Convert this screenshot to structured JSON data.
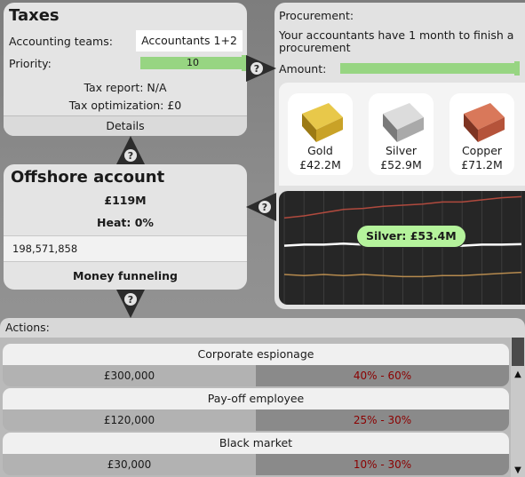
{
  "taxes": {
    "title": "Taxes",
    "accounting_teams_label": "Accounting teams:",
    "accounting_teams_value": "Accountants 1+2",
    "priority_label": "Priority:",
    "priority_value": "10",
    "tax_report": "Tax report: N/A",
    "tax_optimization": "Tax optimization: £0",
    "details_label": "Details"
  },
  "procurement": {
    "title": "Procurement:",
    "message": "Your accountants have 1 month to finish a procurement",
    "amount_label": "Amount:",
    "metals": [
      {
        "name": "Gold",
        "price": "£42.2M",
        "color": "#c9a227"
      },
      {
        "name": "Silver",
        "price": "£52.9M",
        "color": "#a9a9a9"
      },
      {
        "name": "Copper",
        "price": "£71.2M",
        "color": "#b5533a"
      }
    ],
    "chart_tooltip": "Silver: £53.4M"
  },
  "offshore": {
    "title": "Offshore account",
    "balance": "£119M",
    "heat": "Heat: 0%",
    "input_value": "198,571,858",
    "funnel_label": "Money funneling"
  },
  "actions": {
    "header": "Actions:",
    "items": [
      {
        "name": "Corporate espionage",
        "cost": "£300,000",
        "chance": "40% - 60%"
      },
      {
        "name": "Pay-off employee",
        "cost": "£120,000",
        "chance": "25% - 30%"
      },
      {
        "name": "Black market",
        "cost": "£30,000",
        "chance": "10% - 30%"
      }
    ]
  },
  "icons": {
    "help": "help-icon",
    "scroll_up": "scroll-up-arrow-icon",
    "scroll_down": "scroll-down-arrow-icon"
  },
  "chart_data": {
    "type": "line",
    "series": [
      {
        "values": [
          78,
          80,
          83,
          86,
          87,
          89,
          90,
          91,
          93,
          93,
          95,
          97,
          98
        ],
        "color": "#b04a3e"
      },
      {
        "values": [
          52,
          53,
          53,
          54,
          53,
          54,
          53,
          54,
          52,
          52,
          53,
          53,
          53.4
        ],
        "color": "#ffffff"
      },
      {
        "values": [
          25,
          24,
          25,
          24,
          25,
          24,
          23,
          23,
          24,
          24,
          25,
          26,
          27
        ],
        "color": "#b68a4e"
      }
    ],
    "grid": true
  }
}
